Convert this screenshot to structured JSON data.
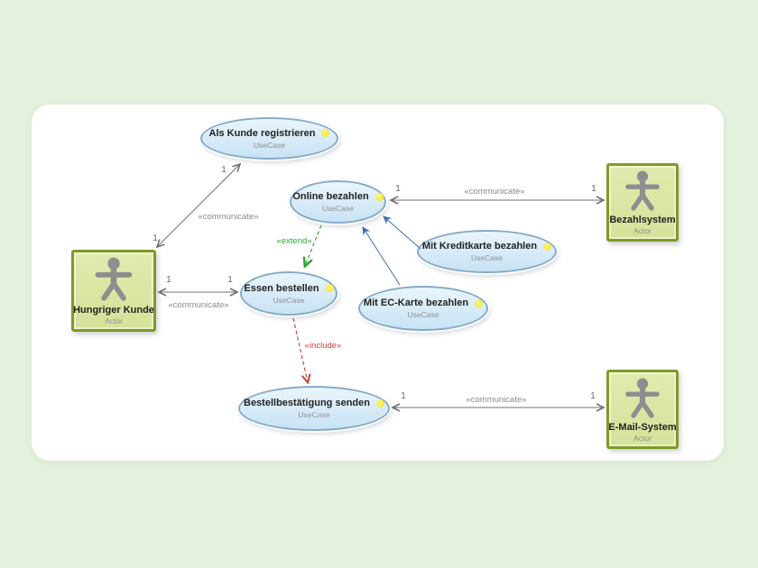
{
  "diagram": {
    "kind": "uml-use-case-diagram",
    "colors": {
      "page_bg": "#e4f1dd",
      "canvas_bg": "#ffffff",
      "usecase_fill": "#d6eaf7",
      "usecase_border": "#86abc9",
      "actor_fill": "#dbe6a2",
      "actor_border": "#7e9b27",
      "figure_gray": "#8e8e8e",
      "edge_gray": "#707070",
      "extend_green": "#2fa437",
      "include_red": "#c6463a",
      "generalization_blue": "#4070b0",
      "dot_yellow": "#f4e93c",
      "label_gray": "#8a8a8a"
    }
  },
  "actors": [
    {
      "name": "Hungriger Kunde",
      "type_label": "Actor"
    },
    {
      "name": "Bezahlsystem",
      "type_label": "Actor"
    },
    {
      "name": "E-Mail-System",
      "type_label": "Actor"
    }
  ],
  "usecases": [
    {
      "name": "Als Kunde registrieren",
      "type_label": "UseCase"
    },
    {
      "name": "Online bezahlen",
      "type_label": "UseCase"
    },
    {
      "name": "Mit Kreditkarte bezahlen",
      "type_label": "UseCase"
    },
    {
      "name": "Mit EC-Karte bezahlen",
      "type_label": "UseCase"
    },
    {
      "name": "Essen bestellen",
      "type_label": "UseCase"
    },
    {
      "name": "Bestellbestätigung senden",
      "type_label": "UseCase"
    }
  ],
  "edges": [
    {
      "kind": "communicate",
      "from": "Hungriger Kunde",
      "to": "Als Kunde registrieren",
      "stereotype": "«communicate»",
      "mult_from": "1",
      "mult_to": "1"
    },
    {
      "kind": "communicate",
      "from": "Hungriger Kunde",
      "to": "Essen bestellen",
      "stereotype": "«communicate»",
      "mult_from": "1",
      "mult_to": "1"
    },
    {
      "kind": "communicate",
      "from": "Online bezahlen",
      "to": "Bezahlsystem",
      "stereotype": "«communicate»",
      "mult_from": "1",
      "mult_to": "1"
    },
    {
      "kind": "communicate",
      "from": "Bestellbestätigung senden",
      "to": "E-Mail-System",
      "stereotype": "«communicate»",
      "mult_from": "1",
      "mult_to": "1"
    },
    {
      "kind": "extend",
      "from": "Online bezahlen",
      "to": "Essen bestellen",
      "stereotype": "«extend»"
    },
    {
      "kind": "include",
      "from": "Essen bestellen",
      "to": "Bestellbestätigung senden",
      "stereotype": "«include»"
    },
    {
      "kind": "generalization",
      "from": "Mit Kreditkarte bezahlen",
      "to": "Online bezahlen"
    },
    {
      "kind": "generalization",
      "from": "Mit EC-Karte bezahlen",
      "to": "Online bezahlen"
    }
  ]
}
